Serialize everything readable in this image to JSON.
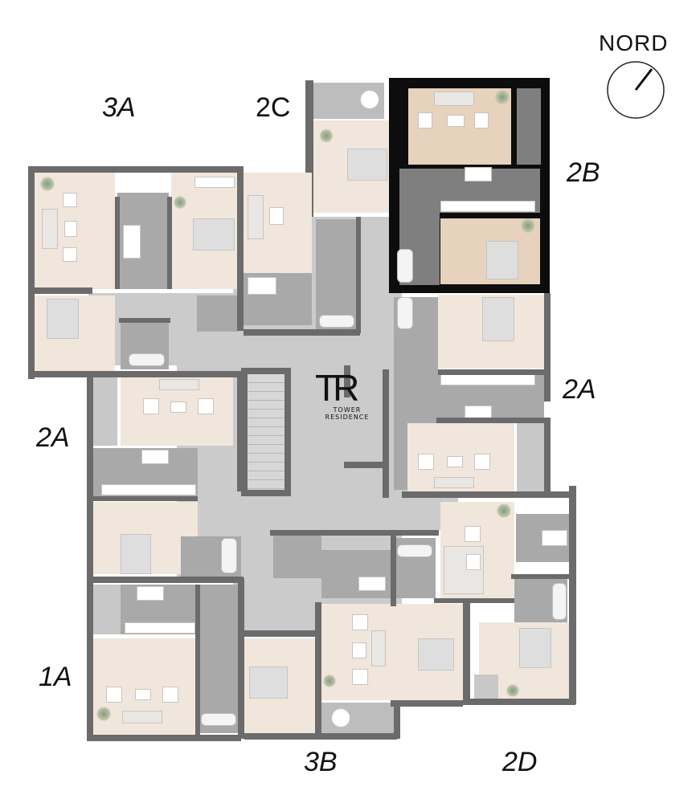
{
  "compass": {
    "label": "NORD",
    "needle_angle_deg": 40
  },
  "logo": {
    "mark": "TR",
    "line1": "TOWER",
    "line2": "RESIDENCE"
  },
  "units": [
    {
      "id": "3A",
      "label": "3A",
      "position": "top-left"
    },
    {
      "id": "2C",
      "label": "2C",
      "position": "top-center"
    },
    {
      "id": "2B",
      "label": "2B",
      "position": "top-right",
      "highlighted": true
    },
    {
      "id": "2A-right",
      "label": "2A",
      "position": "right"
    },
    {
      "id": "2A-left",
      "label": "2A",
      "position": "left"
    },
    {
      "id": "1A",
      "label": "1A",
      "position": "bottom-left"
    },
    {
      "id": "3B",
      "label": "3B",
      "position": "bottom-center"
    },
    {
      "id": "2D",
      "label": "2D",
      "position": "bottom-right"
    }
  ],
  "colors": {
    "floor": "#f1e6dc",
    "floor_highlight": "#e6d2bd",
    "wall": "#6b6b6b",
    "highlight_wall": "#0d0d0d",
    "wet_room": "#a9a9a9",
    "corridor": "#cbcbcb"
  }
}
